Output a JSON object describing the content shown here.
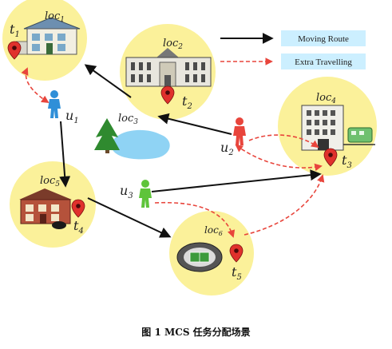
{
  "legend": {
    "moving_route": "Moving Route",
    "extra_travelling": "Extra Travelling"
  },
  "locations": {
    "loc1": {
      "base": "loc",
      "sub": "1"
    },
    "loc2": {
      "base": "loc",
      "sub": "2"
    },
    "loc3": {
      "base": "loc",
      "sub": "3"
    },
    "loc4": {
      "base": "loc",
      "sub": "4"
    },
    "loc5": {
      "base": "loc",
      "sub": "5"
    },
    "loc6": {
      "base": "loc",
      "sub": "6"
    }
  },
  "tasks": {
    "t1": {
      "base": "t",
      "sub": "1"
    },
    "t2": {
      "base": "t",
      "sub": "2"
    },
    "t3": {
      "base": "t",
      "sub": "3"
    },
    "t4": {
      "base": "t",
      "sub": "4"
    },
    "t5": {
      "base": "t",
      "sub": "5"
    }
  },
  "users": {
    "u1": {
      "base": "u",
      "sub": "1",
      "color": "#2f8fd8"
    },
    "u2": {
      "base": "u",
      "sub": "2",
      "color": "#e8453c"
    },
    "u3": {
      "base": "u",
      "sub": "3",
      "color": "#5ec43a"
    }
  },
  "caption": "图 1 MCS 任务分配场景",
  "colors": {
    "circle_fill": "#fbf19a",
    "route": "#111111",
    "extra": "#e8453c",
    "legend_box": "#ccefff",
    "pin": "#e0312c",
    "pond": "#8fd3f4",
    "tree": "#2f8a2f"
  }
}
